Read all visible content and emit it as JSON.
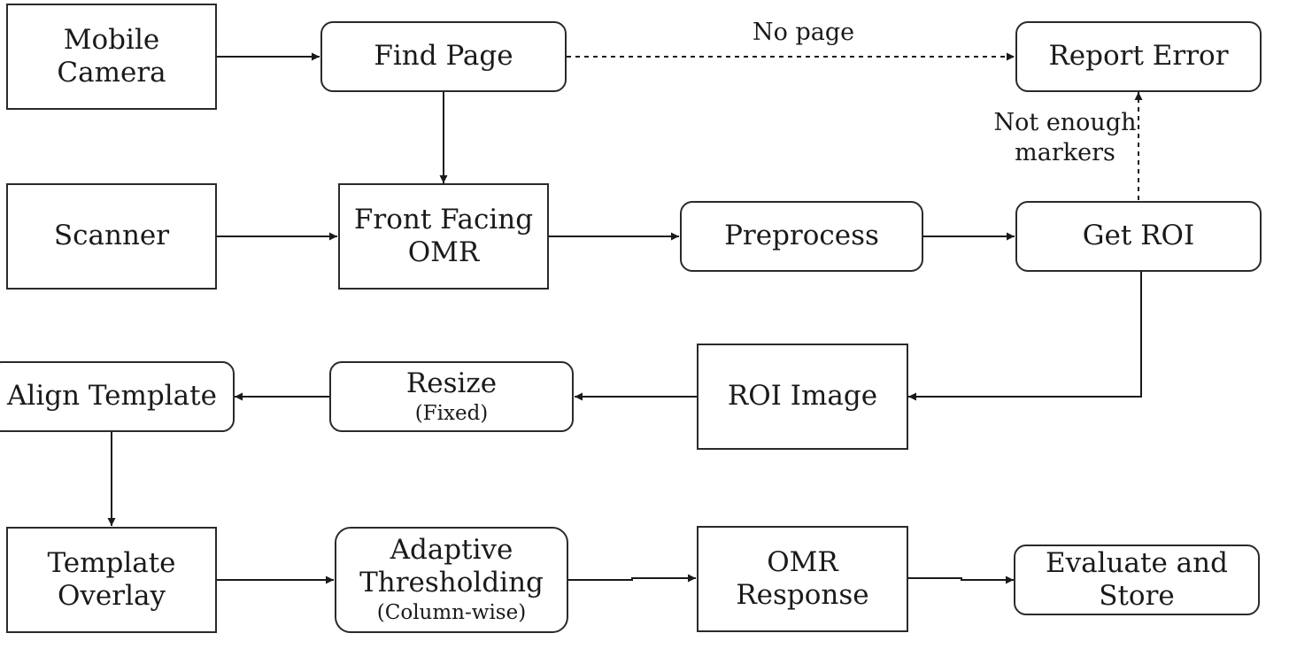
{
  "nodes": {
    "mobile_camera": {
      "lines": [
        "Mobile",
        "Camera"
      ]
    },
    "find_page": {
      "lines": [
        "Find Page"
      ]
    },
    "report_error": {
      "lines": [
        "Report Error"
      ]
    },
    "scanner": {
      "lines": [
        "Scanner"
      ]
    },
    "front_facing_omr": {
      "lines": [
        "Front Facing",
        "OMR"
      ]
    },
    "preprocess": {
      "lines": [
        "Preprocess"
      ]
    },
    "get_roi": {
      "lines": [
        "Get ROI"
      ]
    },
    "align_template": {
      "lines": [
        "Align Template"
      ]
    },
    "resize": {
      "lines": [
        "Resize"
      ],
      "sub": "(Fixed)"
    },
    "roi_image": {
      "lines": [
        "ROI Image"
      ]
    },
    "template_overlay": {
      "lines": [
        "Template",
        "Overlay"
      ]
    },
    "adaptive_thresholding": {
      "lines": [
        "Adaptive",
        "Thresholding"
      ],
      "sub": "(Column-wise)"
    },
    "omr_response": {
      "lines": [
        "OMR",
        "Response"
      ]
    },
    "evaluate_store": {
      "lines": [
        "Evaluate and",
        "Store"
      ]
    }
  },
  "edge_labels": {
    "no_page": "No page",
    "not_enough_markers": [
      "Not enough",
      "markers"
    ]
  },
  "edges": [
    {
      "from": "mobile_camera",
      "to": "find_page",
      "style": "solid"
    },
    {
      "from": "find_page",
      "to": "report_error",
      "style": "dashed",
      "label": "no_page"
    },
    {
      "from": "find_page",
      "to": "front_facing_omr",
      "style": "solid"
    },
    {
      "from": "scanner",
      "to": "front_facing_omr",
      "style": "solid"
    },
    {
      "from": "front_facing_omr",
      "to": "preprocess",
      "style": "solid"
    },
    {
      "from": "preprocess",
      "to": "get_roi",
      "style": "solid"
    },
    {
      "from": "get_roi",
      "to": "report_error",
      "style": "dashed",
      "label": "not_enough_markers"
    },
    {
      "from": "get_roi",
      "to": "roi_image",
      "style": "solid"
    },
    {
      "from": "roi_image",
      "to": "resize",
      "style": "solid"
    },
    {
      "from": "resize",
      "to": "align_template",
      "style": "solid"
    },
    {
      "from": "align_template",
      "to": "template_overlay",
      "style": "solid"
    },
    {
      "from": "template_overlay",
      "to": "adaptive_thresholding",
      "style": "solid"
    },
    {
      "from": "adaptive_thresholding",
      "to": "omr_response",
      "style": "solid"
    },
    {
      "from": "omr_response",
      "to": "evaluate_store",
      "style": "solid"
    }
  ]
}
